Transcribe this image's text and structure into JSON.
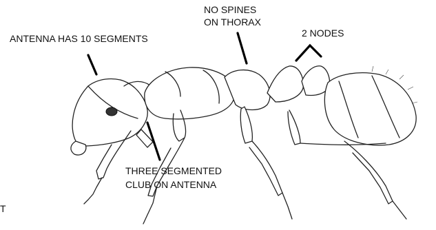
{
  "labels": {
    "antenna_segments": "ANTENNA HAS 10 SEGMENTS",
    "no_spines_line1": "NO SPINES",
    "no_spines_line2": "ON THORAX",
    "two_nodes": "2 NODES",
    "club_line1": "THREE SEGMENTED",
    "club_line2": "CLUB ON ANTENNA",
    "corner_letter": "T"
  }
}
